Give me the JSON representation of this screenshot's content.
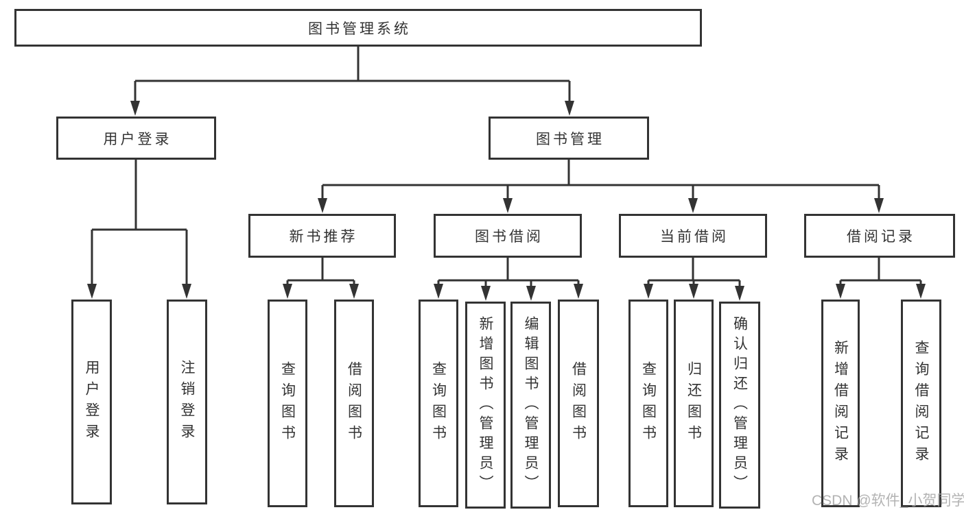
{
  "tree": {
    "root": {
      "label": "图书管理系统"
    },
    "login": {
      "label": "用户登录",
      "children": [
        {
          "label": "用户登录"
        },
        {
          "label": "注销登录"
        }
      ]
    },
    "mgmt": {
      "label": "图书管理",
      "groups": [
        {
          "label": "新书推荐",
          "children": [
            {
              "label": "查询图书"
            },
            {
              "label": "借阅图书"
            }
          ]
        },
        {
          "label": "图书借阅",
          "children": [
            {
              "label": "查询图书"
            },
            {
              "label": "新增图书（管理员）"
            },
            {
              "label": "编辑图书（管理员）"
            },
            {
              "label": "借阅图书"
            }
          ]
        },
        {
          "label": "当前借阅",
          "children": [
            {
              "label": "查询图书"
            },
            {
              "label": "归还图书"
            },
            {
              "label": "确认归还（管理员）"
            }
          ]
        },
        {
          "label": "借阅记录",
          "children": [
            {
              "label": "新增借阅记录"
            },
            {
              "label": "查询借阅记录"
            }
          ]
        }
      ]
    }
  },
  "watermark": {
    "text": "CSDN @软件_小贺同学"
  },
  "colors": {
    "line": "#333333",
    "text": "#333333",
    "box_background": "#ffffff",
    "watermark": "#a6a6a6"
  }
}
